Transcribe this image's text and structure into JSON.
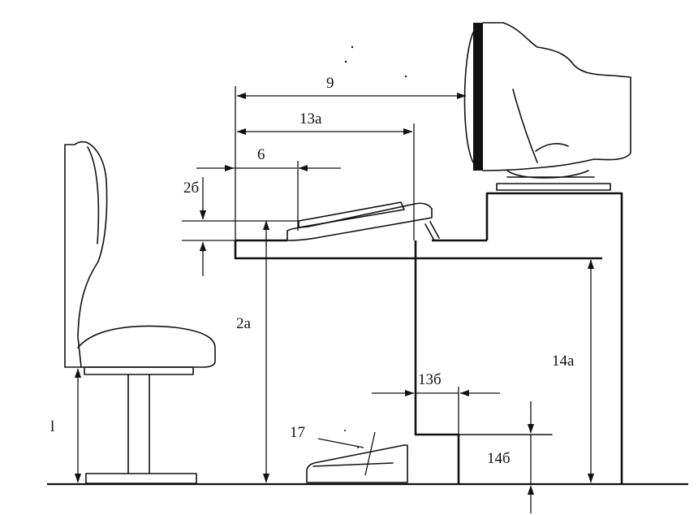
{
  "labels": {
    "d9": "9",
    "d13a": "13a",
    "d6": "6",
    "d2b": "2б",
    "d2a": "2a",
    "d14a": "14a",
    "d13b": "13б",
    "d14b": "14б",
    "d1": "l",
    "d17": "17"
  },
  "colors": {
    "ink": "#111111",
    "background": "#ffffff"
  }
}
